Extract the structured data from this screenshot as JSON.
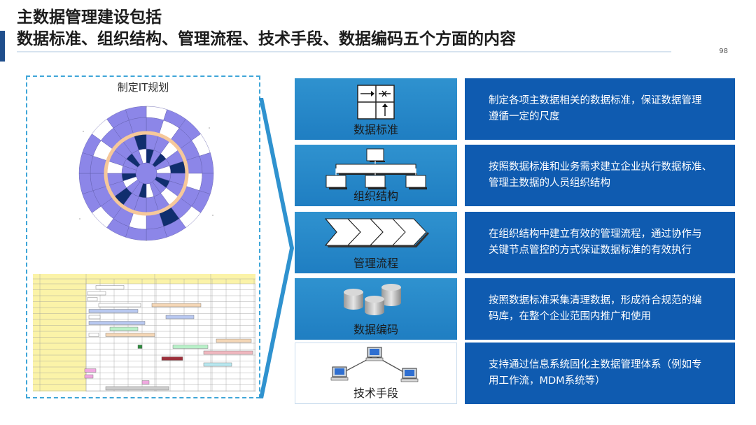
{
  "header": {
    "title_line1": "主数据管理建设包括",
    "title_line2": "数据标准、组织结构、管理流程、技术手段、数据编码五个方面的内容",
    "page_number": "98"
  },
  "left_panel": {
    "caption": "制定IT规划"
  },
  "rows": [
    {
      "label": "数据标准",
      "icon": "data-standard-icon",
      "desc_line1": "制定各项主数据相关的数据标准，保证数据管理",
      "desc_line2": "遵循一定的尺度"
    },
    {
      "label": "组织结构",
      "icon": "org-chart-icon",
      "desc_line1": "按照数据标准和业务需求建立企业执行数据标准、",
      "desc_line2": "管理主数据的人员组织结构"
    },
    {
      "label": "管理流程",
      "icon": "process-chevron-icon",
      "desc_line1": "在组织结构中建立有效的管理流程，通过协作与",
      "desc_line2": "关键节点管控的方式保证数据标准的有效执行"
    },
    {
      "label": "数据编码",
      "icon": "database-cylinders-icon",
      "desc_line1": "按照数据标准采集清理数据，形成符合规范的编",
      "desc_line2": "码库，在整个企业范围内推广和使用"
    },
    {
      "label": "技术手段",
      "icon": "network-computers-icon",
      "desc_line1": "支持通过信息系统固化主数据管理体系（例如专",
      "desc_line2": "用工作流，MDM系统等）"
    }
  ],
  "colors": {
    "accent_bar": "#1f4e8c",
    "left_box": "#2f92cf",
    "right_box": "#0f5bb0",
    "panel_border": "#3fa6d8"
  }
}
